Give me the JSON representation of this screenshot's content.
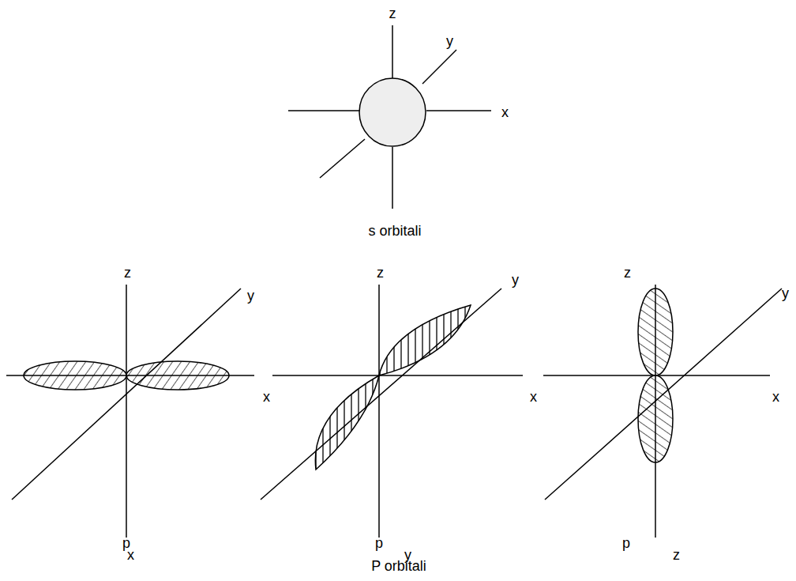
{
  "diagram": {
    "labels": [
      "z",
      "y",
      "x",
      "s orbitali",
      "z",
      "y",
      "x",
      "p",
      "x",
      "z",
      "y",
      "x",
      "p",
      "y",
      "z",
      "y",
      "x",
      "p",
      "z",
      "P orbitali"
    ]
  }
}
